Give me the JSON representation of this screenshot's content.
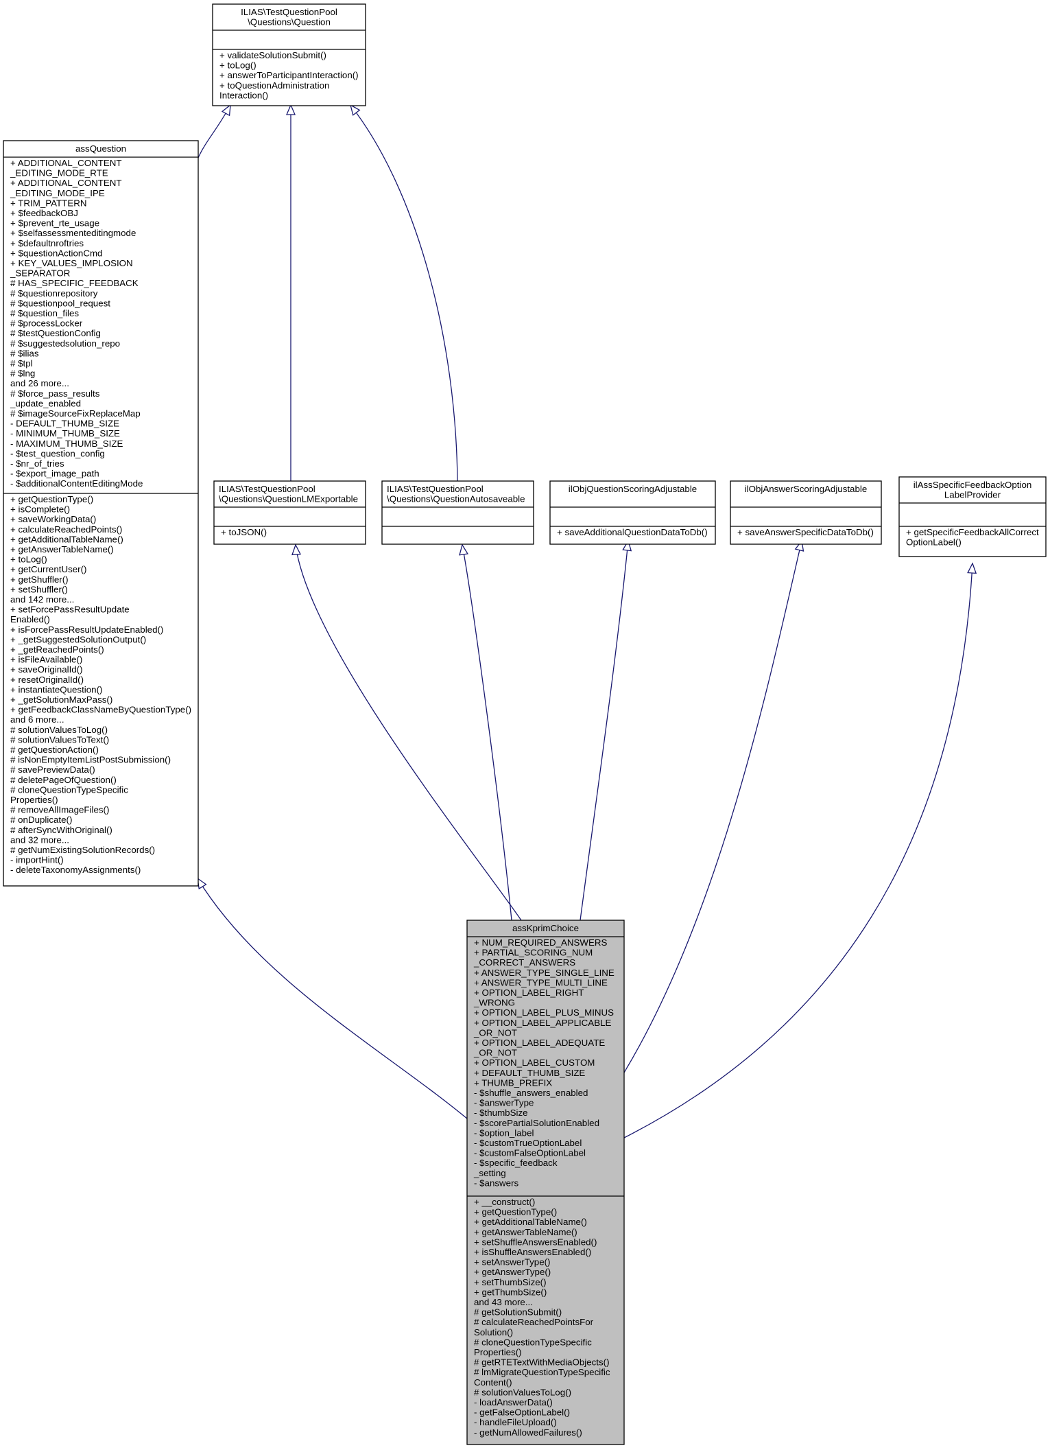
{
  "classes": {
    "question": {
      "title": [
        "ILIAS\\TestQuestionPool",
        "\\Questions\\Question"
      ],
      "attributes": [],
      "methods": [
        "+ validateSolutionSubmit()",
        "+ toLog()",
        "+ answerToParticipantInteraction()",
        "+ toQuestionAdministration",
        "Interaction()"
      ]
    },
    "assQuestion": {
      "title": [
        "assQuestion"
      ],
      "attributes": [
        "+ ADDITIONAL_CONTENT",
        "_EDITING_MODE_RTE",
        "+ ADDITIONAL_CONTENT",
        "_EDITING_MODE_IPE",
        "+ TRIM_PATTERN",
        "+ $feedbackOBJ",
        "+ $prevent_rte_usage",
        "+ $selfassessmenteditingmode",
        "+ $defaultnroftries",
        "+ $questionActionCmd",
        "+ KEY_VALUES_IMPLOSION",
        "_SEPARATOR",
        "# HAS_SPECIFIC_FEEDBACK",
        "# $questionrepository",
        "# $questionpool_request",
        "# $question_files",
        "# $processLocker",
        "# $testQuestionConfig",
        "# $suggestedsolution_repo",
        "# $ilias",
        "# $tpl",
        "# $lng",
        "and 26 more...",
        "# $force_pass_results",
        "_update_enabled",
        "# $imageSourceFixReplaceMap",
        "- DEFAULT_THUMB_SIZE",
        "- MINIMUM_THUMB_SIZE",
        "- MAXIMUM_THUMB_SIZE",
        "- $test_question_config",
        "- $nr_of_tries",
        "- $export_image_path",
        "- $additionalContentEditingMode"
      ],
      "methods": [
        "+ getQuestionType()",
        "+ isComplete()",
        "+ saveWorkingData()",
        "+ calculateReachedPoints()",
        "+ getAdditionalTableName()",
        "+ getAnswerTableName()",
        "+ toLog()",
        "+ getCurrentUser()",
        "+ getShuffler()",
        "+ setShuffler()",
        "and 142 more...",
        "+ setForcePassResultUpdate",
        "Enabled()",
        "+ isForcePassResultUpdateEnabled()",
        "+ _getSuggestedSolutionOutput()",
        "+ _getReachedPoints()",
        "+ isFileAvailable()",
        "+ saveOriginalId()",
        "+ resetOriginalId()",
        "+ instantiateQuestion()",
        "+ _getSolutionMaxPass()",
        "+ getFeedbackClassNameByQuestionType()",
        "and 6 more...",
        "# solutionValuesToLog()",
        "# solutionValuesToText()",
        "# getQuestionAction()",
        "# isNonEmptyItemListPostSubmission()",
        "# savePreviewData()",
        "# deletePageOfQuestion()",
        "# cloneQuestionTypeSpecific",
        "Properties()",
        "# removeAllImageFiles()",
        "# onDuplicate()",
        "# afterSyncWithOriginal()",
        "and 32 more...",
        "# getNumExistingSolutionRecords()",
        "- importHint()",
        "- deleteTaxonomyAssignments()"
      ]
    },
    "lmExportable": {
      "title": [
        "ILIAS\\TestQuestionPool",
        "\\Questions\\QuestionLMExportable"
      ],
      "attributes": [],
      "methods": [
        "+ toJSON()"
      ]
    },
    "autosaveable": {
      "title": [
        "ILIAS\\TestQuestionPool",
        "\\Questions\\QuestionAutosaveable"
      ],
      "attributes": [],
      "methods": []
    },
    "questionScoring": {
      "title": [
        "ilObjQuestionScoringAdjustable"
      ],
      "attributes": [],
      "methods": [
        "+ saveAdditionalQuestionDataToDb()"
      ]
    },
    "answerScoring": {
      "title": [
        "ilObjAnswerScoringAdjustable"
      ],
      "attributes": [],
      "methods": [
        "+ saveAnswerSpecificDataToDb()"
      ]
    },
    "feedbackProvider": {
      "title": [
        "ilAssSpecificFeedbackOption",
        "LabelProvider"
      ],
      "attributes": [],
      "methods": [
        "+ getSpecificFeedbackAllCorrect",
        "OptionLabel()"
      ]
    },
    "kprim": {
      "title": [
        "assKprimChoice"
      ],
      "attributes": [
        "+ NUM_REQUIRED_ANSWERS",
        "+ PARTIAL_SCORING_NUM",
        "_CORRECT_ANSWERS",
        "+ ANSWER_TYPE_SINGLE_LINE",
        "+ ANSWER_TYPE_MULTI_LINE",
        "+ OPTION_LABEL_RIGHT",
        "_WRONG",
        "+ OPTION_LABEL_PLUS_MINUS",
        "+ OPTION_LABEL_APPLICABLE",
        "_OR_NOT",
        "+ OPTION_LABEL_ADEQUATE",
        "_OR_NOT",
        "+ OPTION_LABEL_CUSTOM",
        "+ DEFAULT_THUMB_SIZE",
        "+ THUMB_PREFIX",
        "- $shuffle_answers_enabled",
        "- $answerType",
        "- $thumbSize",
        "- $scorePartialSolutionEnabled",
        "- $option_label",
        "- $customTrueOptionLabel",
        "- $customFalseOptionLabel",
        "- $specific_feedback",
        "_setting",
        "- $answers"
      ],
      "methods": [
        "+ __construct()",
        "+ getQuestionType()",
        "+ getAdditionalTableName()",
        "+ getAnswerTableName()",
        "+ setShuffleAnswersEnabled()",
        "+ isShuffleAnswersEnabled()",
        "+ setAnswerType()",
        "+ getAnswerType()",
        "+ setThumbSize()",
        "+ getThumbSize()",
        "and 43 more...",
        "# getSolutionSubmit()",
        "# calculateReachedPointsFor",
        "Solution()",
        "# cloneQuestionTypeSpecific",
        "Properties()",
        "# getRTETextWithMediaObjects()",
        "# lmMigrateQuestionTypeSpecific",
        "Content()",
        "# solutionValuesToLog()",
        "- loadAnswerData()",
        "- getFalseOptionLabel()",
        "- handleFileUpload()",
        "- getNumAllowedFailures()"
      ]
    }
  },
  "colors": {
    "edge": "#191970",
    "box_border": "#000000",
    "box_fill": "#ffffff",
    "focus_fill": "#bfbfbf"
  }
}
